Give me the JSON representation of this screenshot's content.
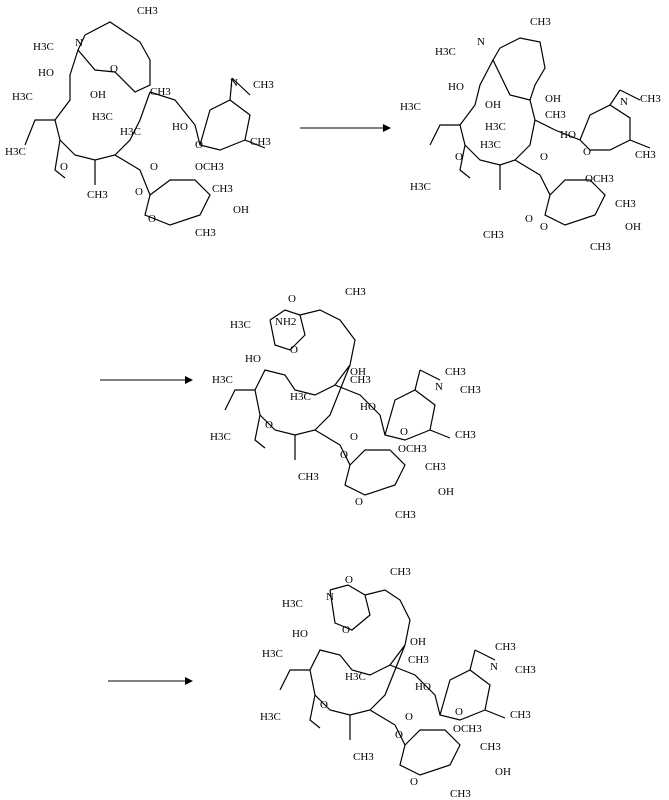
{
  "scheme": {
    "molecules": [
      {
        "id": "mol-1",
        "labels": [
          "CH3",
          "H3C",
          "N",
          "HO",
          "OH",
          "H3C",
          "H3C",
          "O",
          "H3C",
          "CH3",
          "N",
          "CH3",
          "HO",
          "O",
          "CH3",
          "H3C",
          "O",
          "O",
          "OCH3",
          "O",
          "CH3",
          "OH",
          "CH3",
          "O",
          "CH3"
        ]
      },
      {
        "id": "mol-2",
        "labels": [
          "CH3",
          "H3C",
          "N",
          "HO",
          "OH",
          "H3C",
          "H3C",
          "OH",
          "H3C",
          "CH3",
          "N",
          "CH3",
          "HO",
          "O",
          "CH3",
          "H3C",
          "O",
          "O",
          "OCH3",
          "O",
          "CH3",
          "OH",
          "CH3",
          "O",
          "CH3"
        ]
      },
      {
        "id": "mol-3",
        "labels": [
          "CH3",
          "NH2",
          "H3C",
          "O",
          "O",
          "OH",
          "HO",
          "H3C",
          "CH3",
          "CH3",
          "H3C",
          "N",
          "CH3",
          "HO",
          "O",
          "CH3",
          "H3C",
          "O",
          "O",
          "OCH3",
          "O",
          "CH3",
          "OH",
          "CH3",
          "O",
          "CH3"
        ]
      },
      {
        "id": "mol-4",
        "labels": [
          "CH3",
          "H3C",
          "N",
          "O",
          "O",
          "OH",
          "HO",
          "H3C",
          "CH3",
          "CH3",
          "H3C",
          "N",
          "CH3",
          "HO",
          "O",
          "CH3",
          "H3C",
          "O",
          "O",
          "OCH3",
          "O",
          "CH3",
          "OH",
          "CH3",
          "O",
          "CH3"
        ]
      }
    ],
    "arrows": [
      {
        "id": "arrow-1",
        "direction": "right"
      },
      {
        "id": "arrow-2",
        "direction": "right"
      },
      {
        "id": "arrow-3",
        "direction": "right"
      }
    ]
  }
}
